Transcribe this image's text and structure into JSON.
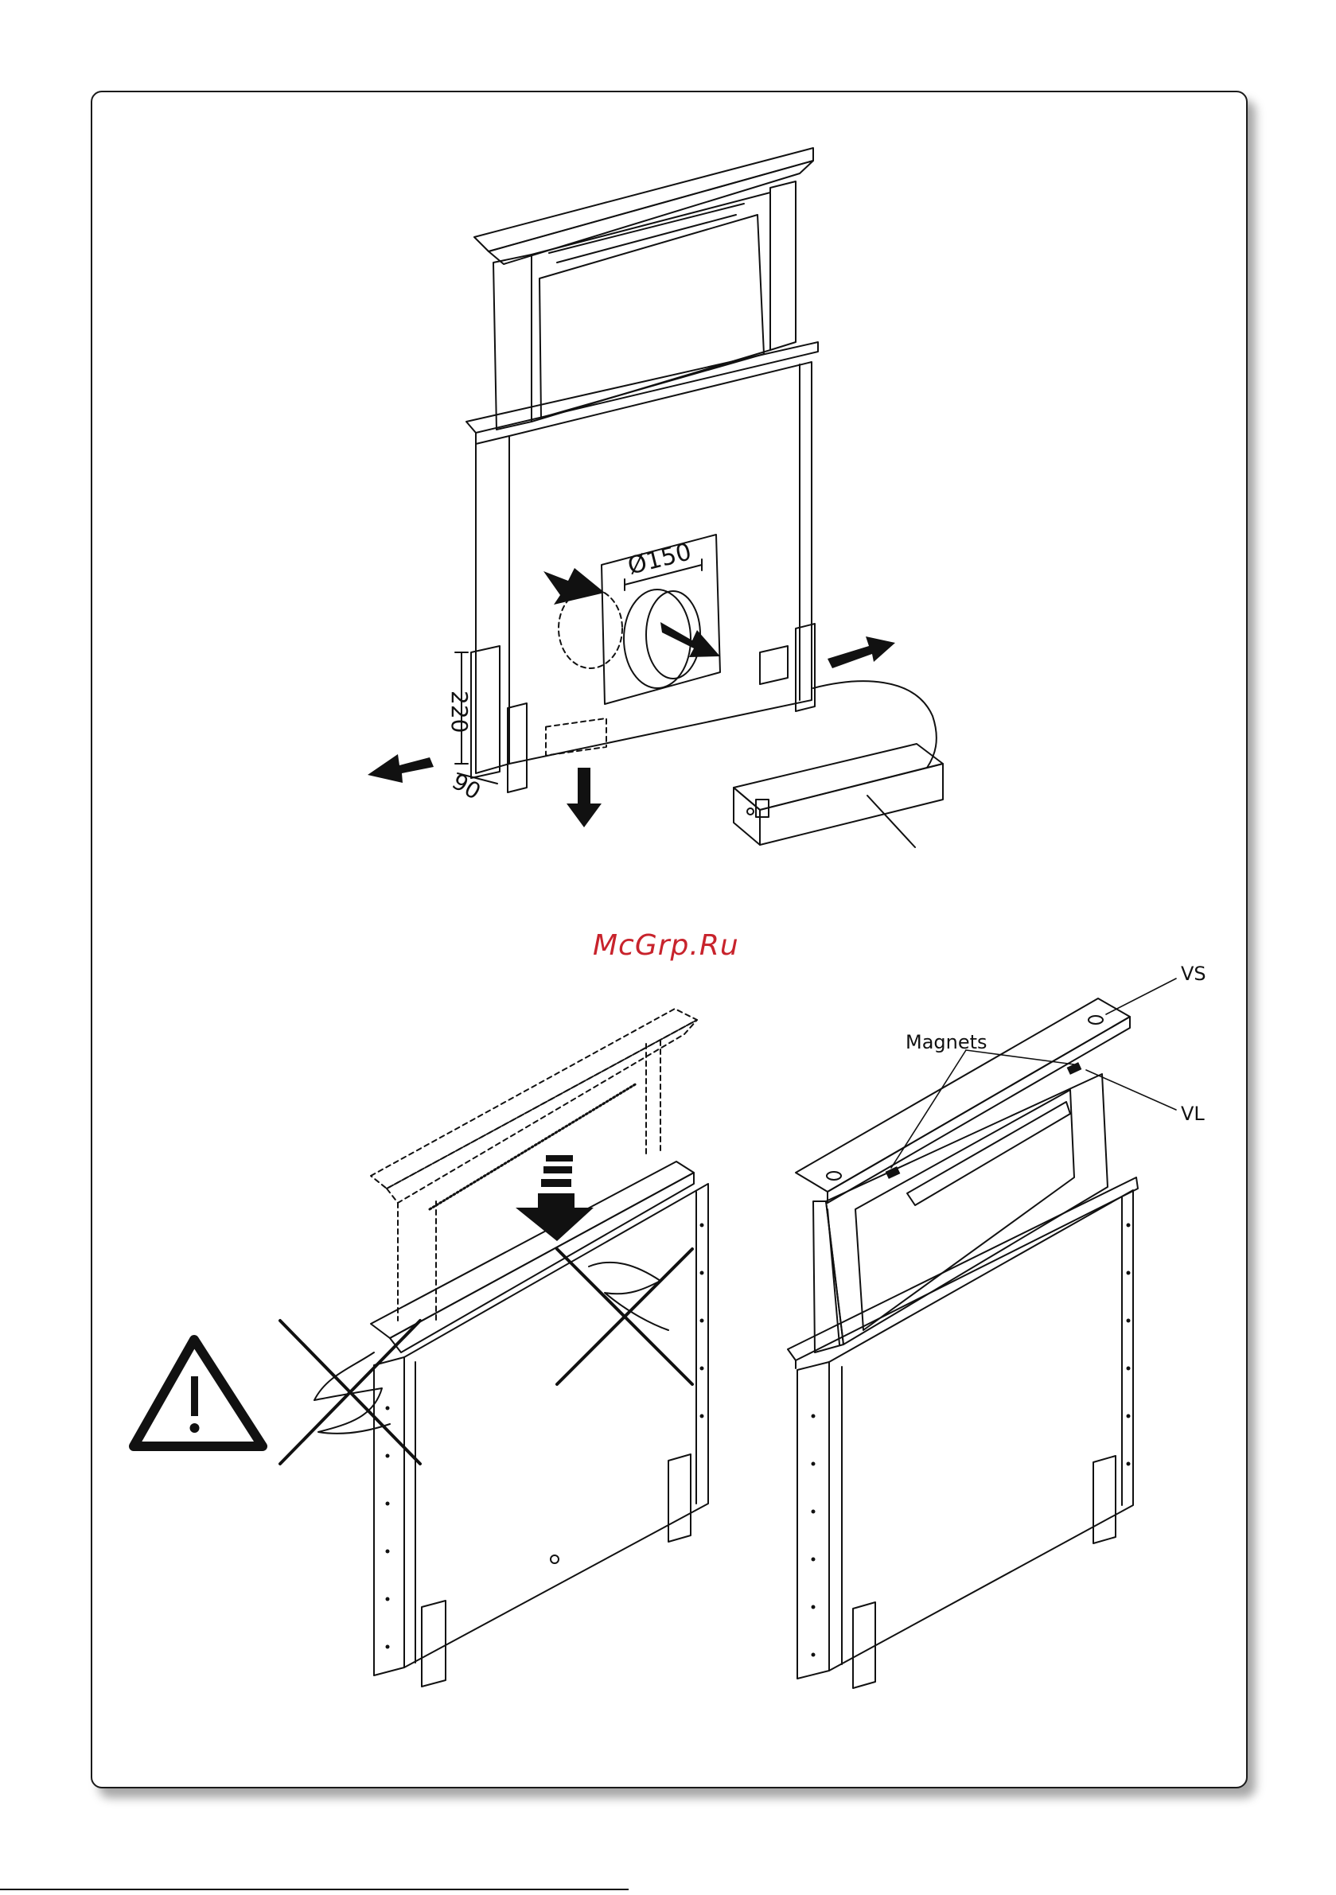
{
  "watermark": "McGrp.Ru",
  "dimensions": {
    "duct_diameter": "Ø150",
    "height": "220",
    "depth": "90"
  },
  "labels": {
    "vs": "VS",
    "vl": "VL",
    "magnets": "Magnets"
  },
  "icons": [
    "warning-triangle-icon",
    "arrow-icon",
    "cross-icon"
  ],
  "colors": {
    "line": "#111111",
    "watermark": "#c8232c"
  }
}
